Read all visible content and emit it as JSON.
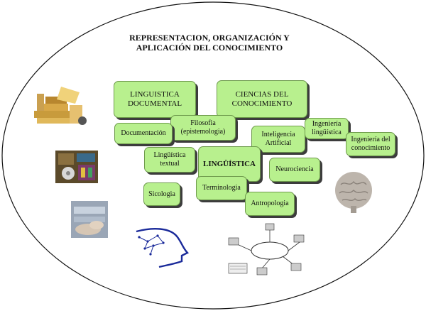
{
  "title": {
    "line1": "REPRESENTACION, ORGANIZACIÓN Y",
    "line2": "APLICACIÓN DEL CONOCIMIENTO"
  },
  "boxes": {
    "linguistica_documental": "LINGUISTICA DOCUMENTAL",
    "ciencias_conocimiento": "CIENCIAS DEL CONOCIMIENTO",
    "filosofia": "Filosofia (epistemologia)",
    "documentacion": "Documentación",
    "inteligencia_artificial": "Inteligencia Artificial",
    "ingenieria_linguistica": "Ingeniería lingüística",
    "ingenieria_conocimiento": "Ingeniería del conocimiento",
    "linguistica_textual": "Lingüística textual",
    "linguistica": "LINGÜÍSTICA",
    "neurociencia": "Neurociencia",
    "sicologia": "Sicologia",
    "terminologia": "Terminologia",
    "antropologia": "Antropologia"
  },
  "colors": {
    "box_fill": "#b8f08e",
    "box_border": "#6e9a4c",
    "shadow": "#3c3c3c"
  },
  "icons": [
    "books-icon",
    "desk-collage-icon",
    "typing-hands-icon",
    "head-network-icon",
    "computer-network-icon",
    "brain-icon"
  ]
}
